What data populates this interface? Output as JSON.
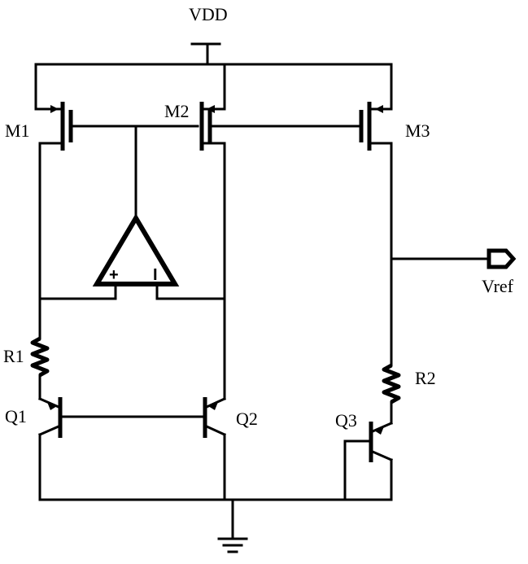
{
  "labels": {
    "vdd": "VDD",
    "m1": "M1",
    "m2": "M2",
    "m3": "M3",
    "r1": "R1",
    "r2": "R2",
    "q1": "Q1",
    "q2": "Q2",
    "q3": "Q3",
    "vref": "Vref",
    "opamp_plus": "+",
    "opamp_minus": "I"
  }
}
